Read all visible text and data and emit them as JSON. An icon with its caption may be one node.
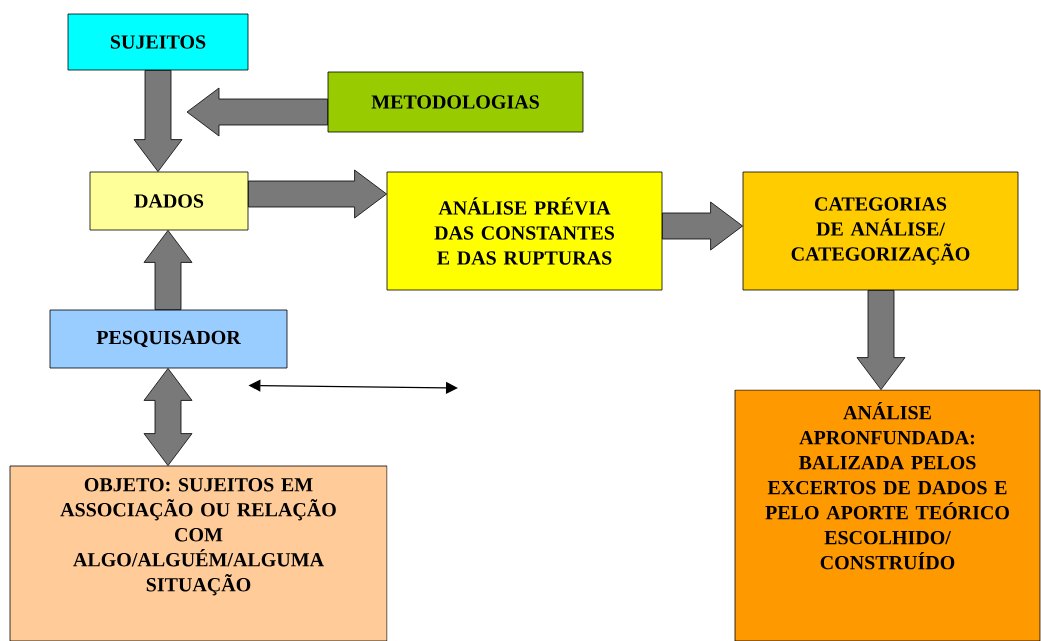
{
  "diagram": {
    "nodes": [
      {
        "text": [
          "SUJEITOS"
        ]
      },
      {
        "text": [
          "METODOLOGIAS"
        ]
      },
      {
        "text": [
          "DADOS"
        ]
      },
      {
        "text": [
          "ANÁLISE PRÉVIA DAS CONSTANTES E DAS RUPTURAS"
        ]
      },
      {
        "text": [
          "CATEGORIAS DE ANÁLISE/ CATEGORIZAÇÃO"
        ]
      },
      {
        "text": [
          "PESQUISADOR"
        ]
      },
      {
        "text": [
          "OBJETO: SUJEITOS EM ASSOCIAÇÃO OU RELAÇÃO COM ALGO/ALGUÉM/ALGUMA SITUAÇÃO"
        ]
      },
      {
        "text": [
          "ANÁLISE APRONFUNDADA: BALIZADA PELOS EXCERTOS DE DADOS E PELO APORTE TEÓRICO ESCOLHIDO/ CONSTRUÍDO"
        ]
      }
    ],
    "edges": [
      {
        "from": 0,
        "to": 2,
        "arrow": "to",
        "style": "thick"
      },
      {
        "from": 1,
        "to": null,
        "arrow": "to",
        "style": "thick"
      },
      {
        "from": 5,
        "to": 2,
        "arrow": "to",
        "style": "thick"
      },
      {
        "from": 2,
        "to": 3,
        "arrow": "to",
        "style": "thick"
      },
      {
        "from": 3,
        "to": 4,
        "arrow": "to",
        "style": "thick"
      },
      {
        "from": 4,
        "to": 7,
        "arrow": "to",
        "style": "thick"
      },
      {
        "from": 5,
        "to": 6,
        "arrow": "both",
        "style": "thick"
      },
      {
        "from": null,
        "to": 5,
        "arrow": "both"
      }
    ]
  }
}
